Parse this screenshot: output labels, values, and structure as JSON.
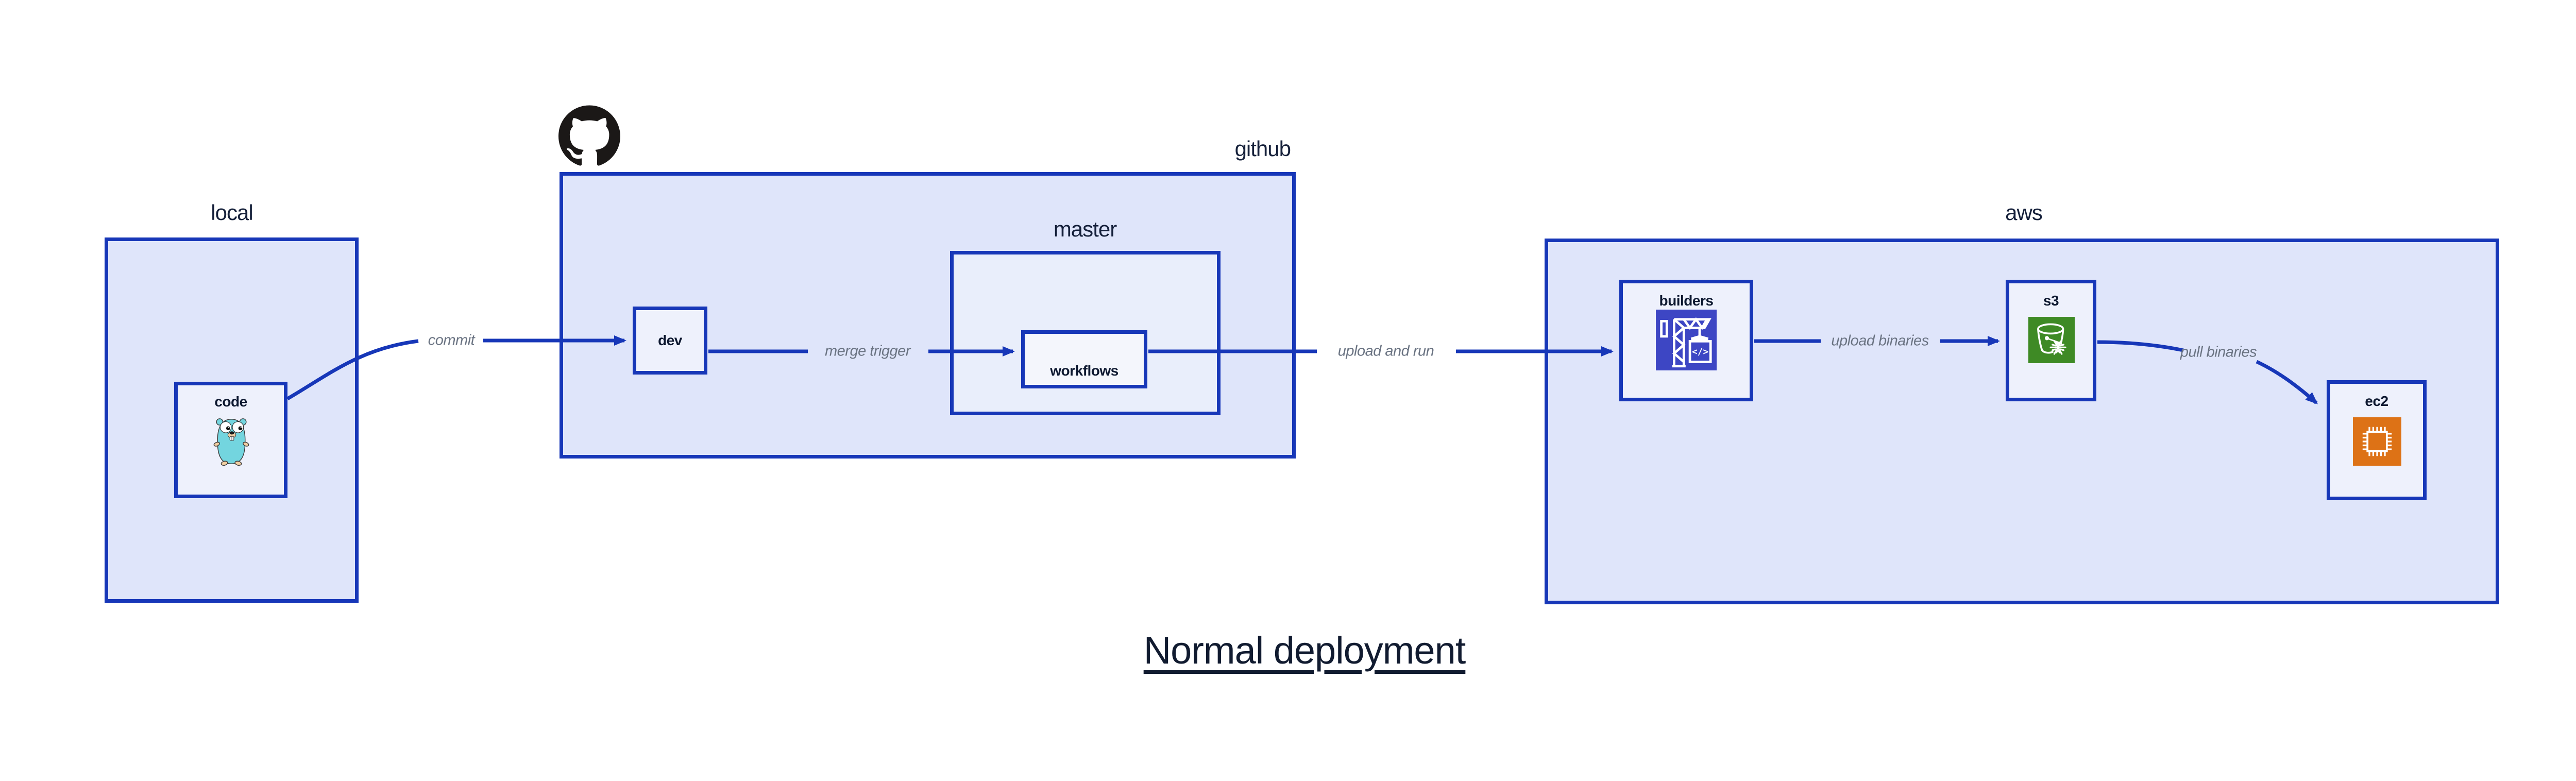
{
  "title": {
    "text": "Normal deployment"
  },
  "groups": {
    "local": {
      "label": "local"
    },
    "github": {
      "label": "github"
    },
    "master": {
      "label": "master"
    },
    "aws": {
      "label": "aws"
    }
  },
  "nodes": {
    "code": {
      "label": "code",
      "icon": "go-gopher-icon"
    },
    "dev": {
      "label": "dev"
    },
    "workflows": {
      "label": "workflows"
    },
    "builders": {
      "label": "builders",
      "icon": "aws-codebuild-crane-icon"
    },
    "s3": {
      "label": "s3",
      "icon": "aws-s3-glacier-bucket-icon"
    },
    "ec2": {
      "label": "ec2",
      "icon": "aws-ec2-chip-icon"
    }
  },
  "edges": {
    "commit": {
      "label": "commit"
    },
    "merge_trigger": {
      "label": "merge trigger"
    },
    "upload_and_run": {
      "label": "upload and run"
    },
    "upload_binaries": {
      "label": "upload binaries"
    },
    "pull_binaries": {
      "label": "pull binaries"
    }
  },
  "decorations": {
    "github_mark": "github-octocat-icon"
  },
  "colors": {
    "line_blue": "#1737b8",
    "container_fill": "#dfe5fa",
    "master_fill": "#e9eefb",
    "node_fill": "#eef1fc",
    "workflows_fill": "#f4f6fc",
    "label_dark": "#131f3a",
    "edge_label_gray": "#6a7382",
    "builders_icon_bg": "#3d46c4",
    "s3_icon_bg": "#3e8a25",
    "ec2_icon_bg": "#dd7216",
    "gopher_teal": "#73d5df",
    "octocat_black": "#1b1817"
  }
}
